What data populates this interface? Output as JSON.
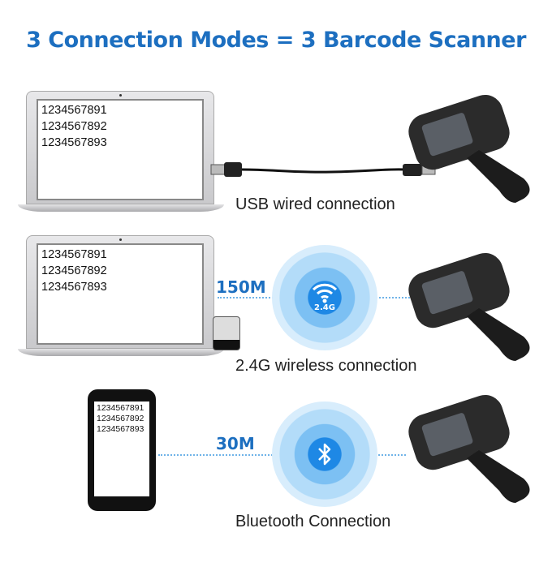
{
  "title": "3 Connection Modes = 3 Barcode Scanner",
  "scanned_codes": [
    "1234567891",
    "1234567892",
    "1234567893"
  ],
  "modes": [
    {
      "label": "USB wired connection",
      "distance": ""
    },
    {
      "label": "2.4G wireless connection",
      "distance": "150M",
      "badge": "2.4G",
      "icon": "wifi-icon"
    },
    {
      "label": "Bluetooth Connection",
      "distance": "30M",
      "icon": "bluetooth-icon"
    }
  ],
  "colors": {
    "accent": "#1d6fc0",
    "signal": "#1e88e5"
  }
}
